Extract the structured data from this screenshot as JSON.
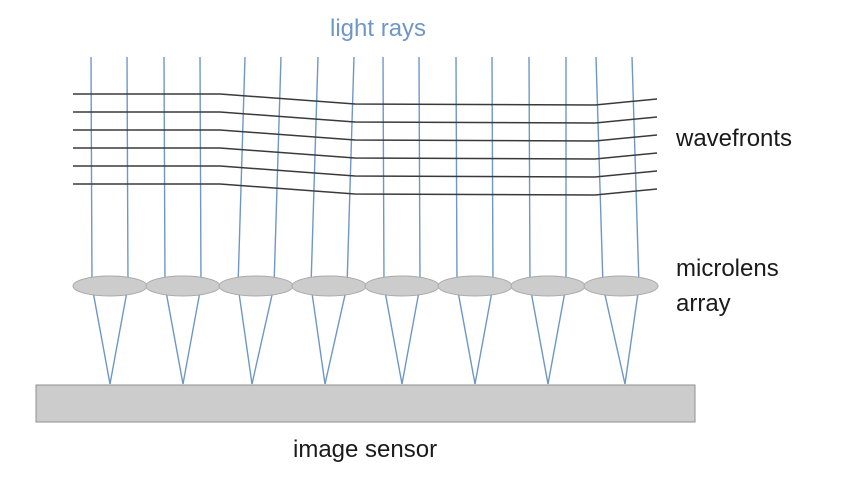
{
  "labels": {
    "light_rays": "light rays",
    "wavefronts": "wavefronts",
    "microlens_line1": "microlens",
    "microlens_line2": "array",
    "image_sensor": "image sensor"
  },
  "counts": {
    "microlenses": 8,
    "wavefronts": 6
  },
  "colors": {
    "ray": "#6e97c8",
    "wavefront": "#3a3a3a",
    "lens_fill": "#cccccc",
    "lens_stroke": "#a9a9a9",
    "sensor_fill": "#cccccc",
    "sensor_stroke": "#8f8f8f"
  }
}
